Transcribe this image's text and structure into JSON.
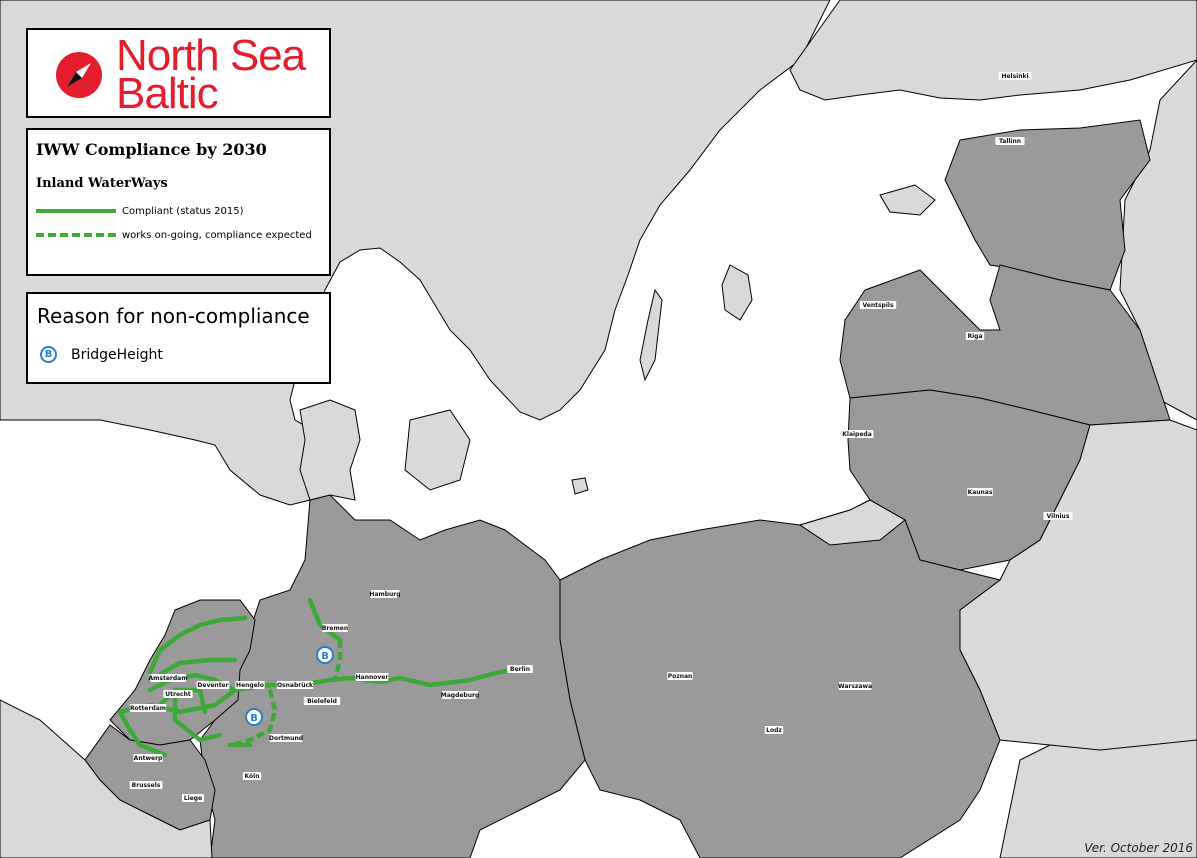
{
  "logo": {
    "line1": "North Sea",
    "line2": "Baltic",
    "brand_color": "#e41d2c"
  },
  "legend": {
    "title": "IWW Compliance by 2030",
    "subtitle": "Inland WaterWays",
    "items": [
      {
        "label": "Compliant (status 2015)",
        "style": "solid",
        "color": "#3ea83a"
      },
      {
        "label": "works on-going, compliance expected",
        "style": "dashed",
        "color": "#3ea83a"
      }
    ]
  },
  "reasons": {
    "title": "Reason for non-compliance",
    "items": [
      {
        "icon": "B",
        "label": "BridgeHeight",
        "color": "#2b7fc9"
      }
    ]
  },
  "cities": [
    "Helsinki",
    "Tallinn",
    "Ventspils",
    "Riga",
    "Klaipeda",
    "Kaunas",
    "Vilnius",
    "Hamburg",
    "Bremen",
    "Berlin",
    "Hannover",
    "Magdeburg",
    "Osnabrück",
    "Bielefeld",
    "Dortmund",
    "Köln",
    "Amsterdam",
    "Utrecht",
    "Rotterdam",
    "Deventer",
    "Hengelo",
    "Antwerp",
    "Brussels",
    "Liege",
    "Poznan",
    "Warszawa",
    "Lodz"
  ],
  "version": "Ver. October 2016",
  "colors": {
    "sea": "#ffffff",
    "corridor_land": "#9a9a9a",
    "other_land": "#d9d9d9",
    "waterway": "#3ea83a"
  }
}
